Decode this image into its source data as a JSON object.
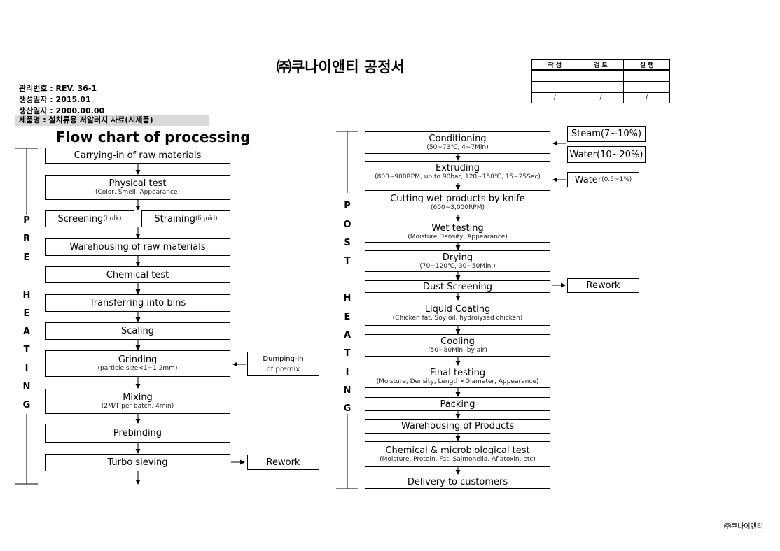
{
  "document": {
    "title": "㈜쿠나이앤티 공정서",
    "meta": {
      "control_no": "관리번호 : REV. 36-1",
      "created": "생성일자 : 2015.01",
      "produced": "생산일자 : 2000.00.00",
      "product": "제품명 : 설치류용 저알러지 사료(시제품)"
    },
    "approval": {
      "headers": [
        "작 성",
        "검 토",
        "실 행"
      ],
      "dates": [
        "/",
        "/",
        "/"
      ]
    },
    "flow_title": "Flow chart of processing",
    "footer": "㈜쿠나이앤티"
  },
  "pre_heating": {
    "side_label": [
      "P",
      "R",
      "E",
      "",
      "H",
      "E",
      "A",
      "T",
      "I",
      "N",
      "G"
    ],
    "steps": {
      "carrying": "Carrying-in of raw materials",
      "physical": {
        "label": "Physical test",
        "sub": "(Color, Smell, Appearance)"
      },
      "screening": {
        "label": "Screening",
        "sub": "(bulk)"
      },
      "straining": {
        "label": "Straining",
        "sub": "(liquid)"
      },
      "warehousing": "Warehousing of raw materials",
      "chemical": "Chemical test",
      "transferring": "Transferring into bins",
      "scaling": "Scaling",
      "grinding": {
        "label": "Grinding",
        "sub": "(particle size<1~1.2mm)"
      },
      "mixing": {
        "label": "Mixing",
        "sub": "(2M/T per batch, 4min)"
      },
      "prebinding": "Prebinding",
      "turbo": "Turbo sieving"
    },
    "side_inputs": {
      "dumping": [
        "Dumping-in",
        "of premix"
      ],
      "rework": "Rework"
    }
  },
  "post_heating": {
    "side_label": [
      "P",
      "O",
      "S",
      "T",
      "",
      "H",
      "E",
      "A",
      "T",
      "I",
      "N",
      "G"
    ],
    "steps": {
      "conditioning": {
        "label": "Conditioning",
        "sub": "(50~73℃, 4~7Min)"
      },
      "extruding": {
        "label": "Extruding",
        "sub": "(800~900RPM, up to 90bar, 120~150℃, 15~25Sec)"
      },
      "cutting": {
        "label": "Cutting wet products by knife",
        "sub": "(600~3,000RPM)"
      },
      "wet_testing": {
        "label": "Wet testing",
        "sub": "(Moisture Density, Appearance)"
      },
      "drying": {
        "label": "Drying",
        "sub": "(70~120℃, 30~50Min.)"
      },
      "dust": "Dust Screening",
      "liquid": {
        "label": "Liquid Coating",
        "sub": "(Chicken fat, Soy oil, hydrolysed chicken)"
      },
      "cooling": {
        "label": "Cooling",
        "sub": "(50~80Min, by air)"
      },
      "final": {
        "label": "Final testing",
        "sub": "(Moisture, Density, Length×Diameter, Appearance)"
      },
      "packing": "Packing",
      "warehousing": "Warehousing of Products",
      "chem_micro": {
        "label": "Chemical & microbiological test",
        "sub": "(Moisture, Protein, Fat, Salmonella, Aflatoxin, etc)"
      },
      "delivery": "Delivery to customers"
    },
    "side_inputs": {
      "steam": "Steam(7~10%)",
      "water1": "Water(10~20%)",
      "water2_label": "Water",
      "water2_sub": "(0.5~1%)",
      "rework": "Rework"
    }
  }
}
